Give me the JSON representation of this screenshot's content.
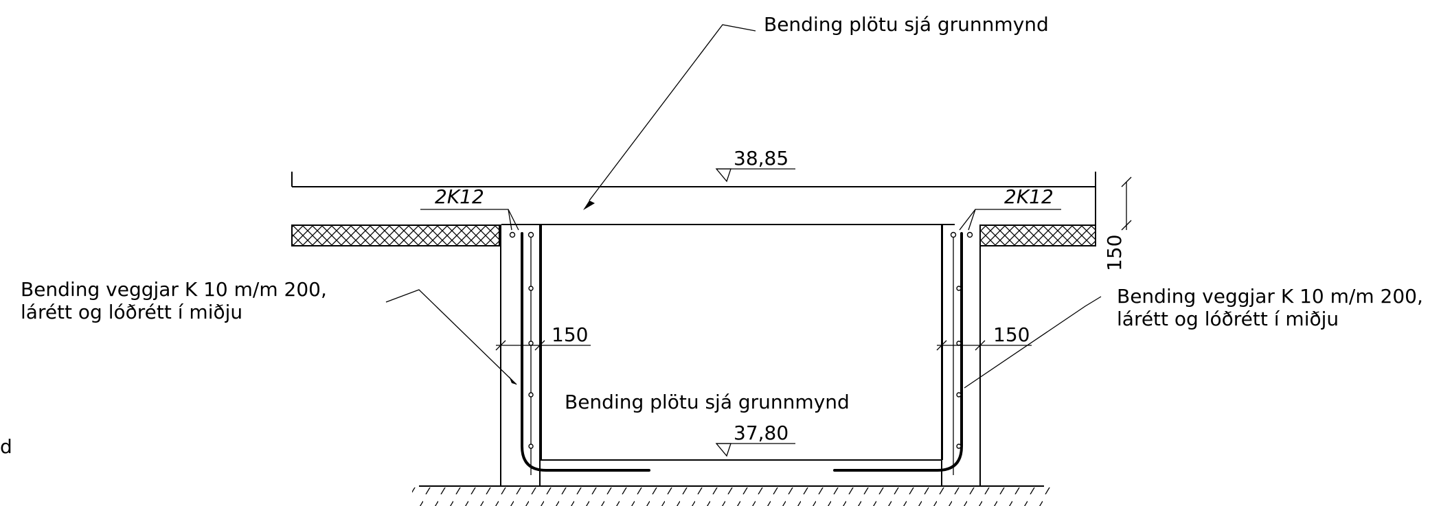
{
  "annotations": {
    "slab_reinforcement_top": "Bending plötu sjá grunnmynd",
    "slab_reinforcement_bottom": "Bending plötu sjá grunnmynd",
    "wall_reinforcement_left": [
      "Bending veggjar K 10 m/m 200,",
      "lárétt og lóðrétt í miðju"
    ],
    "wall_reinforcement_right": [
      "Bending veggjar K 10 m/m 200,",
      "lárétt og lóðrétt í miðju"
    ],
    "edge_fragment": "d"
  },
  "levels": {
    "top": "38,85",
    "bottom": "37,80"
  },
  "rebar_labels": {
    "left": "2K12",
    "right": "2K12"
  },
  "dimensions": {
    "slab_thickness": "150",
    "left_wall_thickness": "150",
    "right_wall_thickness": "150"
  }
}
